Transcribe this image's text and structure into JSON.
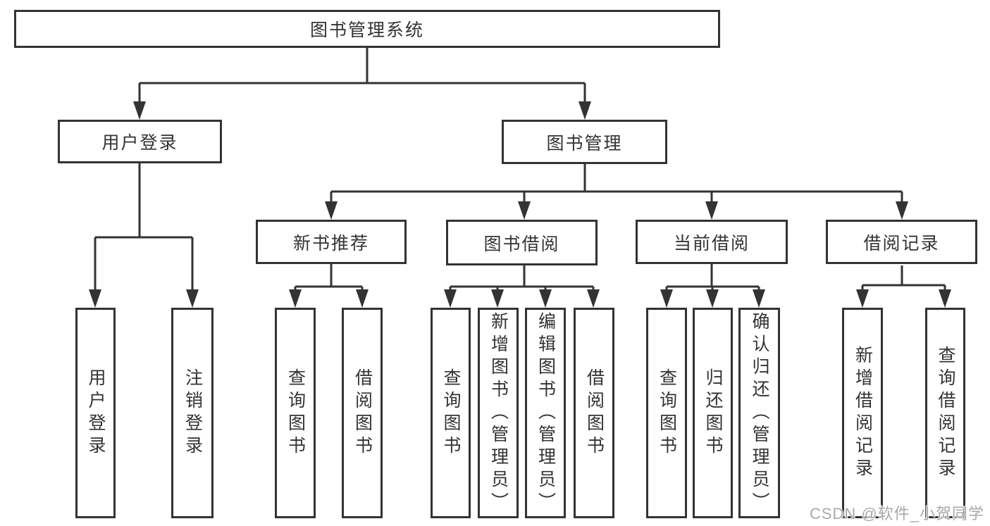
{
  "tree": {
    "root": {
      "label": "图书管理系统",
      "children": [
        {
          "label": "用户登录",
          "children": [
            {
              "label": "用户登录"
            },
            {
              "label": "注销登录"
            }
          ]
        },
        {
          "label": "图书管理",
          "children": [
            {
              "label": "新书推荐",
              "children": [
                {
                  "label": "查询图书"
                },
                {
                  "label": "借阅图书"
                }
              ]
            },
            {
              "label": "图书借阅",
              "children": [
                {
                  "label": "查询图书"
                },
                {
                  "label": "新增图书（管理员）"
                },
                {
                  "label": "编辑图书（管理员）"
                },
                {
                  "label": "借阅图书"
                }
              ]
            },
            {
              "label": "当前借阅",
              "children": [
                {
                  "label": "查询图书"
                },
                {
                  "label": "归还图书"
                },
                {
                  "label": "确认归还（管理员）"
                }
              ]
            },
            {
              "label": "借阅记录",
              "children": [
                {
                  "label": "新增借阅记录"
                },
                {
                  "label": "查询借阅记录"
                }
              ]
            }
          ]
        }
      ]
    }
  },
  "watermark": {
    "text": "CSDN @软件_小贺同学"
  },
  "colors": {
    "line": "#333333",
    "text": "#333333",
    "box_background": "#ffffff",
    "watermark": "#a9a9a9",
    "background": "#ffffff"
  }
}
